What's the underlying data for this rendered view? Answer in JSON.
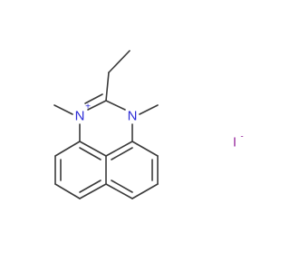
{
  "molecule": {
    "atoms": {
      "n_plus": {
        "symbol": "N",
        "charge": "+"
      },
      "n_right": {
        "symbol": "N"
      }
    },
    "counter_ion": {
      "symbol": "I",
      "charge": "-"
    }
  },
  "colors": {
    "bond": "#3a3a3a",
    "nitrogen": "#2b2bd6",
    "iodine": "#9a2fa0",
    "background": "#ffffff"
  }
}
